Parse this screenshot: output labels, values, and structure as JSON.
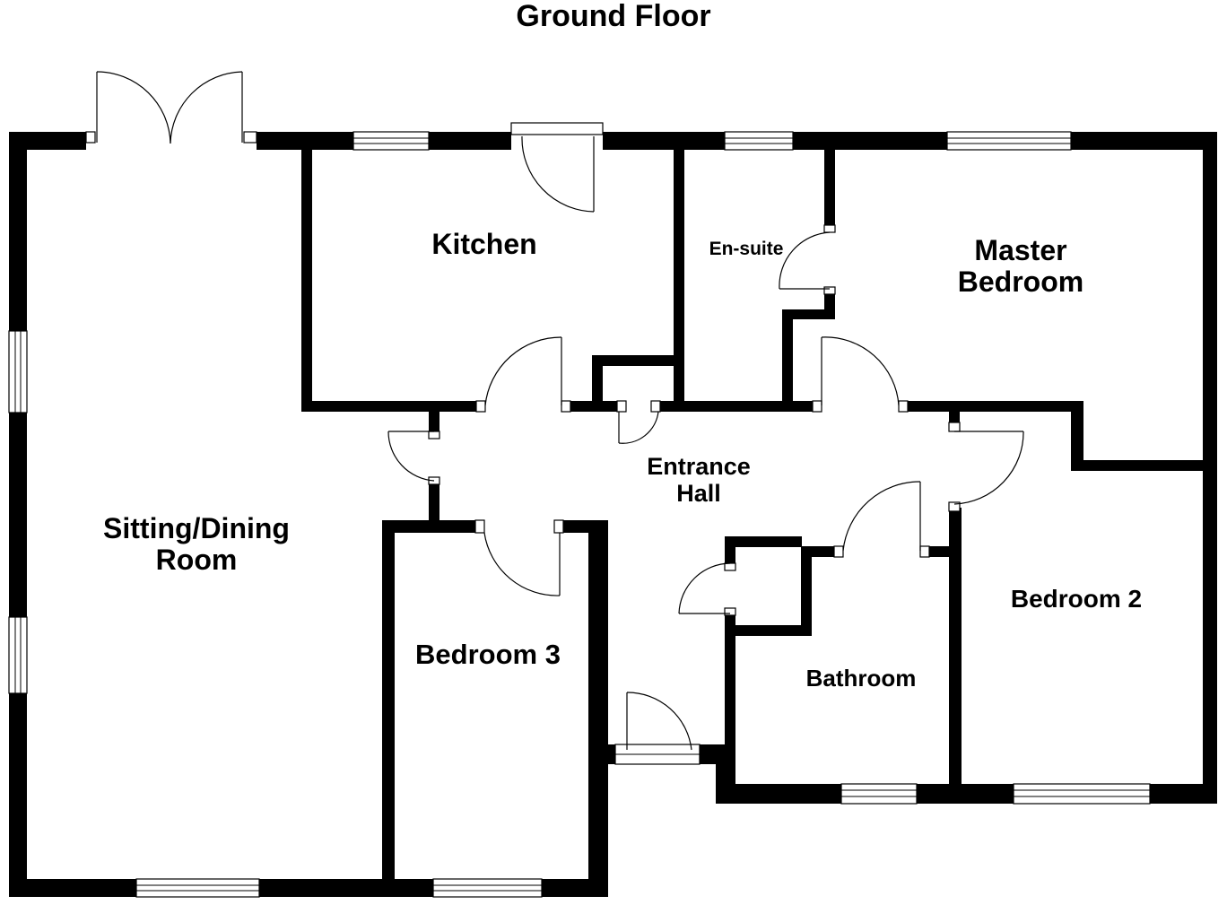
{
  "title": "Ground Floor",
  "rooms": {
    "kitchen": [
      "Kitchen"
    ],
    "ensuite": [
      "En-suite"
    ],
    "master": [
      "Master",
      "Bedroom"
    ],
    "sitting": [
      "Sitting/Dining",
      "Room"
    ],
    "hall": [
      "Entrance",
      "Hall"
    ],
    "bedroom2": [
      "Bedroom 2"
    ],
    "bedroom3": [
      "Bedroom 3"
    ],
    "bathroom": [
      "Bathroom"
    ]
  },
  "colors": {
    "wall": "#000000",
    "background": "#ffffff"
  }
}
